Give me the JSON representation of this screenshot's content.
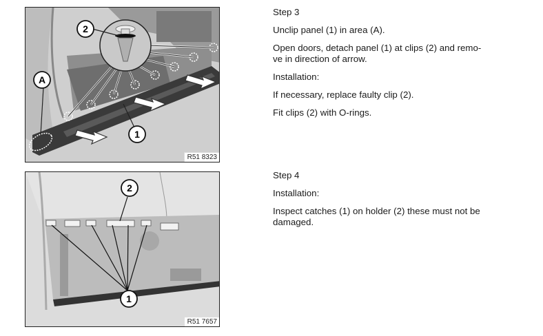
{
  "step3": {
    "heading": "Step 3",
    "paragraphs": [
      "Unclip panel (1) in area (A).",
      "Open doors, detach panel (1) at clips (2) and remo-\nve in direction of arrow.",
      "Installation:",
      "If necessary, replace faulty clip (2).",
      "Fit clips (2) with O-rings."
    ],
    "figure": {
      "code": "R51 8323",
      "callouts": [
        "2",
        "A",
        "1"
      ]
    }
  },
  "step4": {
    "heading": "Step 4",
    "paragraphs": [
      "Installation:",
      "Inspect catches (1) on holder (2) these must not be\ndamaged."
    ],
    "figure": {
      "code": "R51 7657",
      "callouts": [
        "2",
        "1"
      ]
    }
  }
}
